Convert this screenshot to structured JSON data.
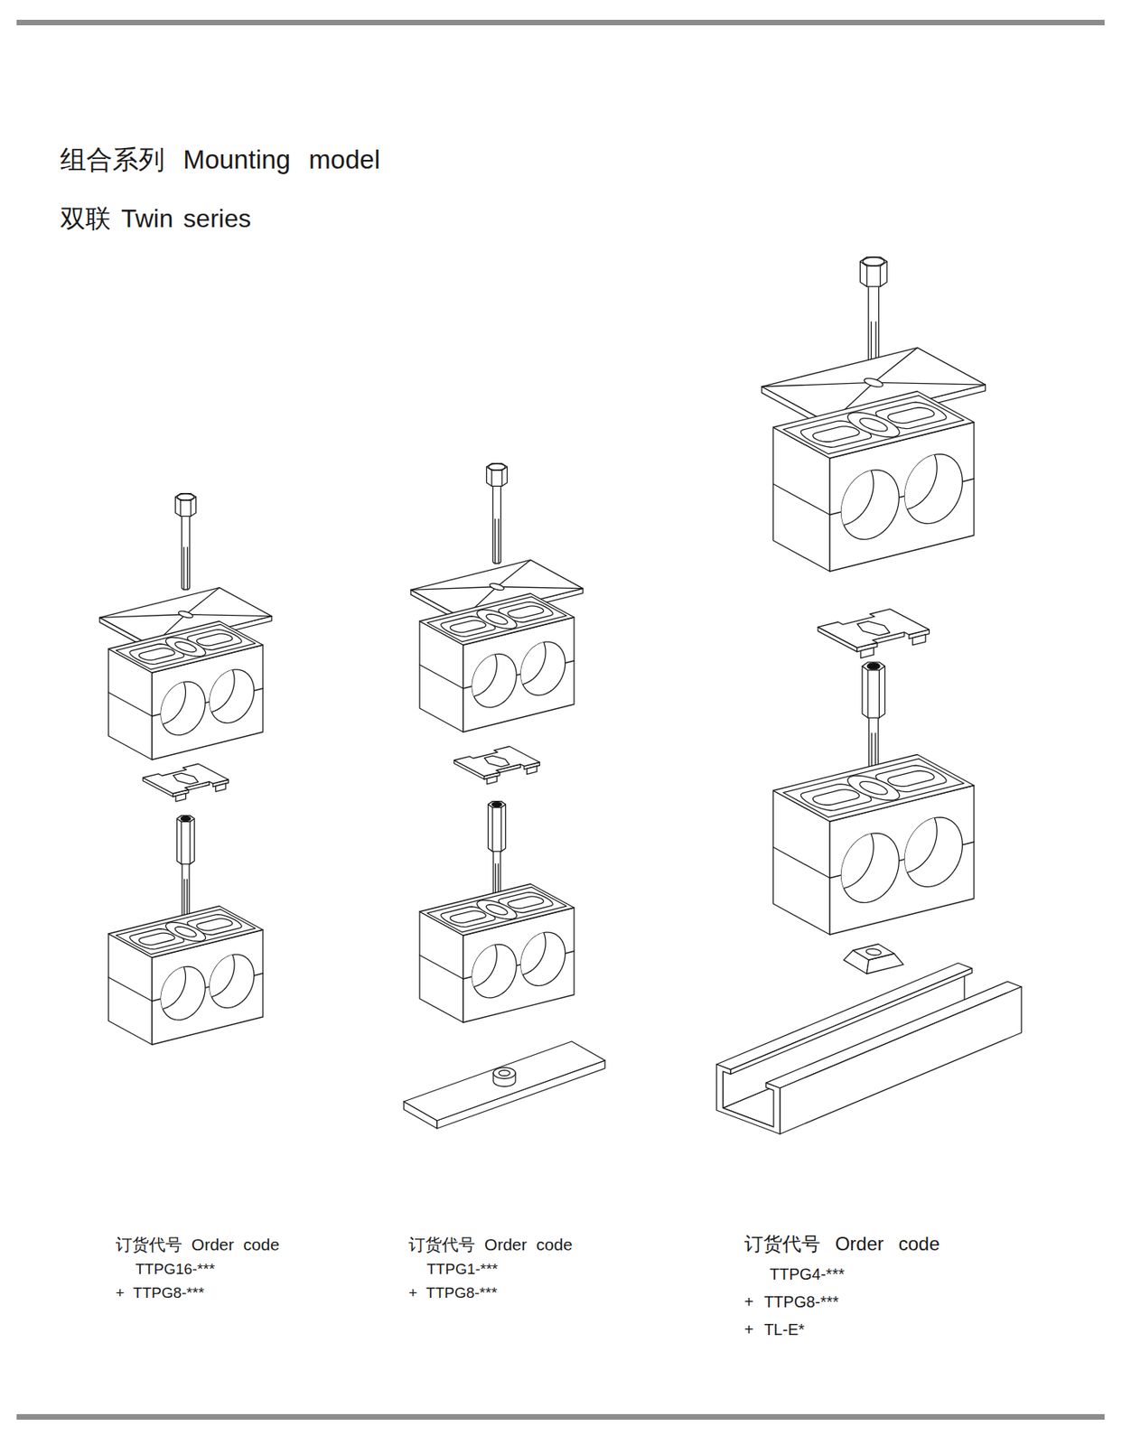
{
  "diagram": {
    "title": "组合系列 Mounting model",
    "labels": [
      "双联 Twin series",
      "订货代号 Order code",
      "TTPG16-***",
      "+ TTPG8-***",
      "订货代号 Order code",
      "TTPG1-***",
      "+ TTPG8-***",
      "订货代号 Order code",
      "TTPG4-***",
      "+ TTPG8-***",
      "+ TL-E*"
    ]
  }
}
